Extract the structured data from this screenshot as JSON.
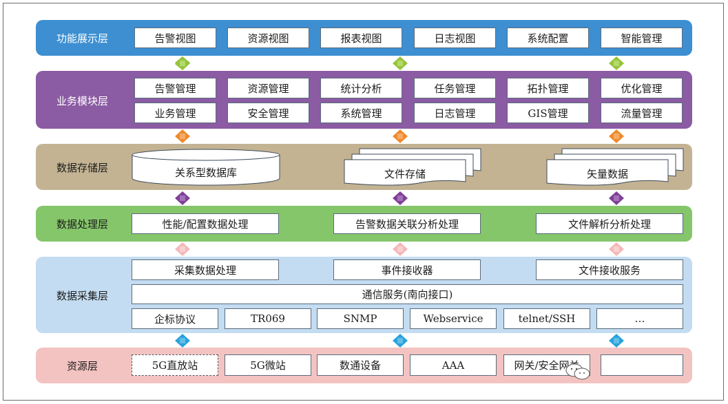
{
  "colors": {
    "display_bg": "#3d8fd2",
    "business_bg": "#8b5ba3",
    "storage_bg": "#c3b393",
    "processing_bg": "#85c66a",
    "collection_bg": "#c4dcf1",
    "resource_bg": "#f3c3c1",
    "arrow_green": "#96c43c",
    "arrow_orange": "#ef8a2d",
    "arrow_purple": "#7f3f98",
    "arrow_pink": "#f4b8b8",
    "arrow_blue": "#27a3dd"
  },
  "layers": {
    "display": {
      "label": "功能展示层",
      "items": [
        "告警视图",
        "资源视图",
        "报表视图",
        "日志视图",
        "系统配置",
        "智能管理"
      ]
    },
    "business": {
      "label": "业务模块层",
      "row1": [
        "告警管理",
        "资源管理",
        "统计分析",
        "任务管理",
        "拓扑管理",
        "优化管理"
      ],
      "row2": [
        "业务管理",
        "安全管理",
        "系统管理",
        "日志管理",
        "GIS管理",
        "流量管理"
      ]
    },
    "storage": {
      "label": "数据存储层",
      "database": "关系型数据库",
      "files": "文件存储",
      "vector": "矢量数据"
    },
    "processing": {
      "label": "数据处理层",
      "items": [
        "性能/配置数据处理",
        "告警数据关联分析处理",
        "文件解析分析处理"
      ]
    },
    "collection": {
      "label": "数据采集层",
      "top": [
        "采集数据处理",
        "事件接收器",
        "文件接收服务"
      ],
      "comm": "通信服务(南向接口)",
      "protocols": [
        "企标协议",
        "TR069",
        "SNMP",
        "Webservice",
        "telnet/SSH",
        "…"
      ]
    },
    "resource": {
      "label": "资源层",
      "items": [
        "5G直放站",
        "5G微站",
        "数通设备",
        "AAA",
        "网关/安全网关",
        ""
      ]
    }
  }
}
